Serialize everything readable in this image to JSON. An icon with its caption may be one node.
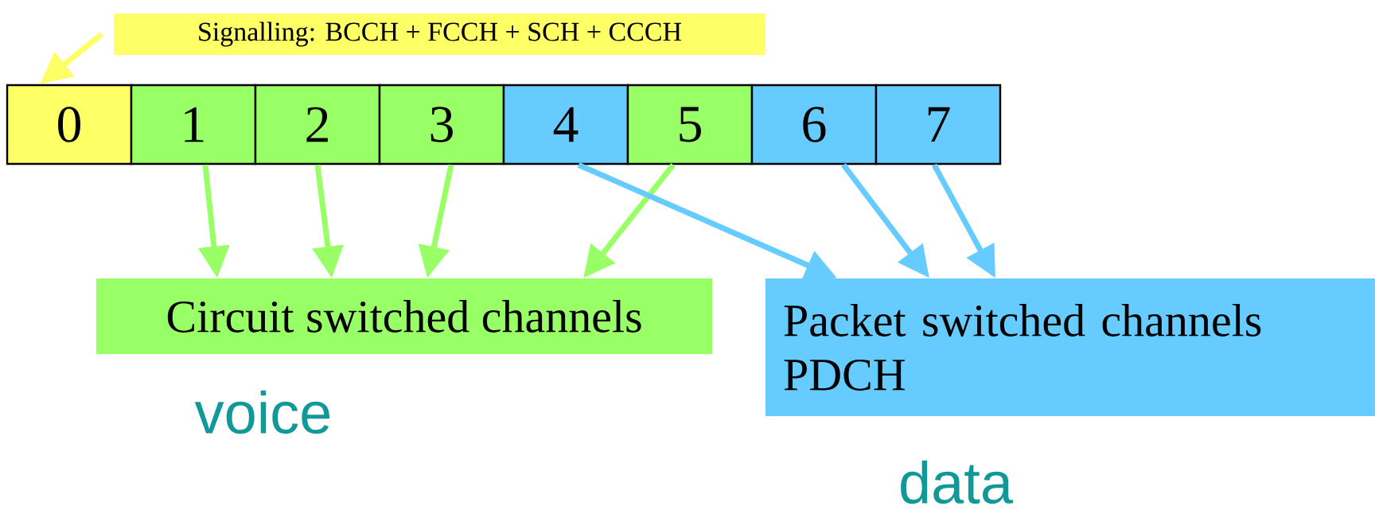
{
  "diagram": {
    "nodes": [
      {
        "text": [
          "Signalling: BCCH + FCCH + SCH + CCCH"
        ]
      },
      {
        "text": [
          "0"
        ]
      },
      {
        "text": [
          "1"
        ]
      },
      {
        "text": [
          "2"
        ]
      },
      {
        "text": [
          "3"
        ]
      },
      {
        "text": [
          "4"
        ]
      },
      {
        "text": [
          "5"
        ]
      },
      {
        "text": [
          "6"
        ]
      },
      {
        "text": [
          "7"
        ]
      },
      {
        "text": [
          "Circuit switched channels"
        ]
      },
      {
        "text": [
          "Packet switched channels PDCH"
        ]
      }
    ],
    "edges": [
      {
        "from": 0,
        "to": 1,
        "arrow": "to",
        "color": "#ffff66"
      },
      {
        "from": 2,
        "to": 9,
        "arrow": "to",
        "color": "#99ff66"
      },
      {
        "from": 3,
        "to": 9,
        "arrow": "to",
        "color": "#99ff66"
      },
      {
        "from": 4,
        "to": 9,
        "arrow": "to",
        "color": "#99ff66"
      },
      {
        "from": 6,
        "to": 9,
        "arrow": "to",
        "color": "#99ff66"
      },
      {
        "from": 5,
        "to": 10,
        "arrow": "to",
        "color": "#66ccff"
      },
      {
        "from": 7,
        "to": 10,
        "arrow": "to",
        "color": "#66ccff"
      },
      {
        "from": 8,
        "to": 10,
        "arrow": "to",
        "color": "#66ccff"
      }
    ],
    "labels": [
      "voice",
      "data"
    ]
  }
}
